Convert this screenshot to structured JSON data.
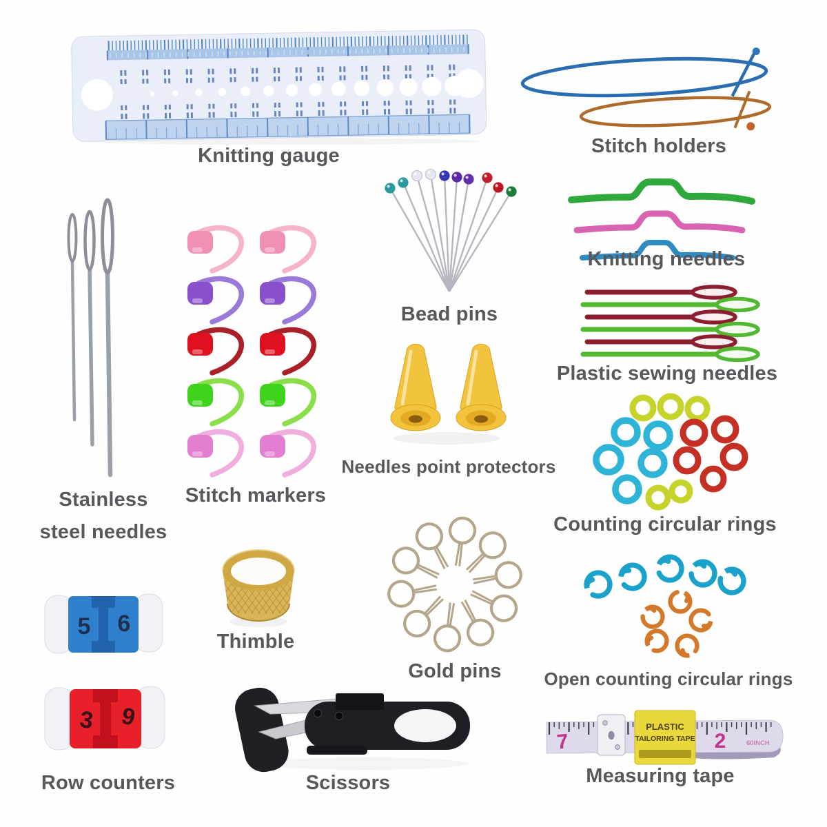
{
  "labels": {
    "knitting_gauge": "Knitting gauge",
    "stitch_holders": "Stitch holders",
    "bead_pins": "Bead pins",
    "knitting_needles": "Knitting needles",
    "plastic_sewing_needles": "Plastic sewing needles",
    "stitch_markers": "Stitch markers",
    "stainless_line1": "Stainless",
    "stainless_line2": "steel needles",
    "needles_point_protectors": "Needles point protectors",
    "counting_circular_rings": "Counting circular rings",
    "thimble": "Thimble",
    "gold_pins": "Gold pins",
    "open_counting_circular_rings": "Open counting circular rings",
    "row_counters": "Row counters",
    "scissors": "Scissors",
    "measuring_tape": "Measuring tape"
  },
  "row_counters": {
    "top": {
      "color_name": "blue",
      "left_digit": "5",
      "right_digit": "6"
    },
    "bottom": {
      "color_name": "red",
      "left_digit": "3",
      "right_digit": "9"
    }
  },
  "measuring_tape": {
    "number_left": "7",
    "number_right": "2",
    "unit": "60INCH",
    "tag_line1": "PLASTIC",
    "tag_line2": "TAILORING TAPE"
  },
  "bead_pins": {
    "head_colors": [
      "#2a9aa0",
      "#2a9aa0",
      "#e6e6ee",
      "#e6e6ee",
      "#3636b4",
      "#5a2aa4",
      "#6230aa",
      "#c01e2e",
      "#bc1826",
      "#1c7a3a"
    ]
  },
  "stitch_markers": {
    "colors": [
      {
        "head": "#f090b4",
        "loop": "#f5b4cc"
      },
      {
        "head": "#8a50cc",
        "loop": "#9a7ad8"
      },
      {
        "head": "#e01020",
        "loop": "#aa2028"
      },
      {
        "head": "#3ed41c",
        "loop": "#8ade4a"
      },
      {
        "head": "#e27fd0",
        "loop": "#efaede"
      }
    ]
  },
  "colors": {
    "label_text": "#58585c",
    "gauge_body": "#eaeef9",
    "gauge_blue": "#4f86c6",
    "stitch_holder_blue": "#2a6db0",
    "stitch_holder_orange": "#ad6a28",
    "cable_needle_green": "#2fa83c",
    "cable_needle_pink": "#d863b0",
    "cable_needle_blue": "#2f8cc0",
    "sewing_needle_red": "#8c1f2f",
    "sewing_needle_green": "#52b832",
    "protector_yellow": "#f2c33c",
    "ring_lime": "#c5d32a",
    "ring_cyan": "#2eb4d6",
    "ring_red": "#c43024",
    "open_ring_blue": "#1aa2ca",
    "open_ring_orange": "#d4782a",
    "thimble_gold": "#d9b458",
    "counter_blue": "#2f80cc",
    "counter_red": "#e8202a",
    "tape_body": "#dfd9ec",
    "tape_tag_yellow": "#ead73c",
    "tape_number_pink": "#c0368a",
    "gold_pin": "#b3a68a",
    "steel_gray": "#9aa0a8"
  }
}
